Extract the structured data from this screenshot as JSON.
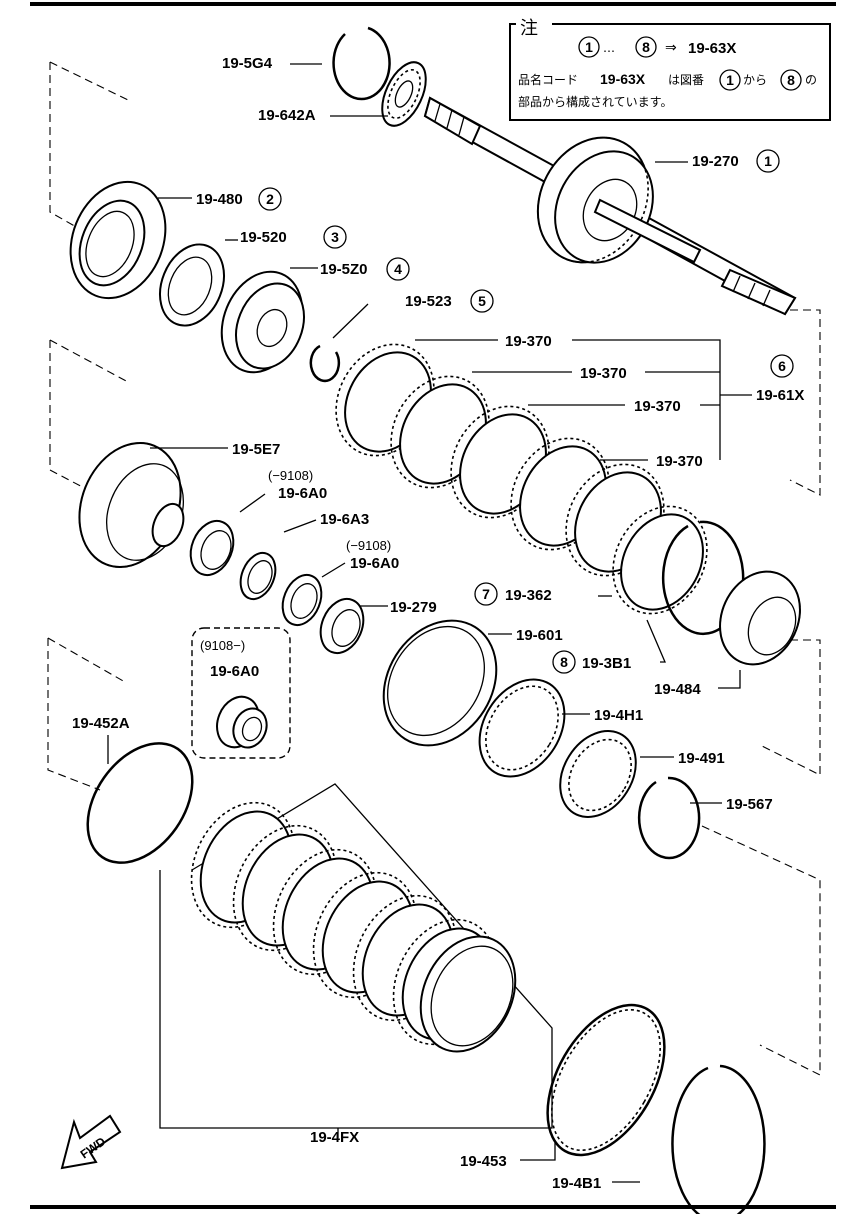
{
  "note": {
    "title": "注",
    "range_from": "1",
    "range_sep": "…",
    "range_to": "8",
    "arrow": "⇒",
    "range_code": "19-63X",
    "line2_a": "品名コード",
    "line2_code": "19-63X",
    "line2_b": "は図番",
    "line2_n1": "1",
    "line2_c": "から",
    "line2_n2": "8",
    "line2_d": "の",
    "line3": "部品から構成されています。"
  },
  "labels": {
    "l_5g4": "19-5G4",
    "l_642a": "19-642A",
    "l_270": "19-270",
    "l_270_n": "1",
    "l_480": "19-480",
    "l_480_n": "2",
    "l_520": "19-520",
    "l_520_n": "3",
    "l_5z0": "19-5Z0",
    "l_5z0_n": "4",
    "l_523": "19-523",
    "l_523_n": "5",
    "l_370a": "19-370",
    "l_370b": "19-370",
    "l_370c": "19-370",
    "l_370d": "19-370",
    "l_61x_n": "6",
    "l_61x": "19-61X",
    "l_5e7": "19-5E7",
    "l_6a0a_date": "(−9108)",
    "l_6a0a": "19-6A0",
    "l_6a3": "19-6A3",
    "l_6a0b_date": "(−9108)",
    "l_6a0b": "19-6A0",
    "l_279": "19-279",
    "l_362_n": "7",
    "l_362": "19-362",
    "l_601": "19-601",
    "l_3b1_n": "8",
    "l_3b1": "19-3B1",
    "l_484": "19-484",
    "l_6a0c_date": "(9108−)",
    "l_6a0c": "19-6A0",
    "l_452a": "19-452A",
    "l_4h1": "19-4H1",
    "l_491": "19-491",
    "l_567": "19-567",
    "l_4fx": "19-4FX",
    "l_453": "19-453",
    "l_4b1": "19-4B1",
    "fwd": "FWD"
  }
}
